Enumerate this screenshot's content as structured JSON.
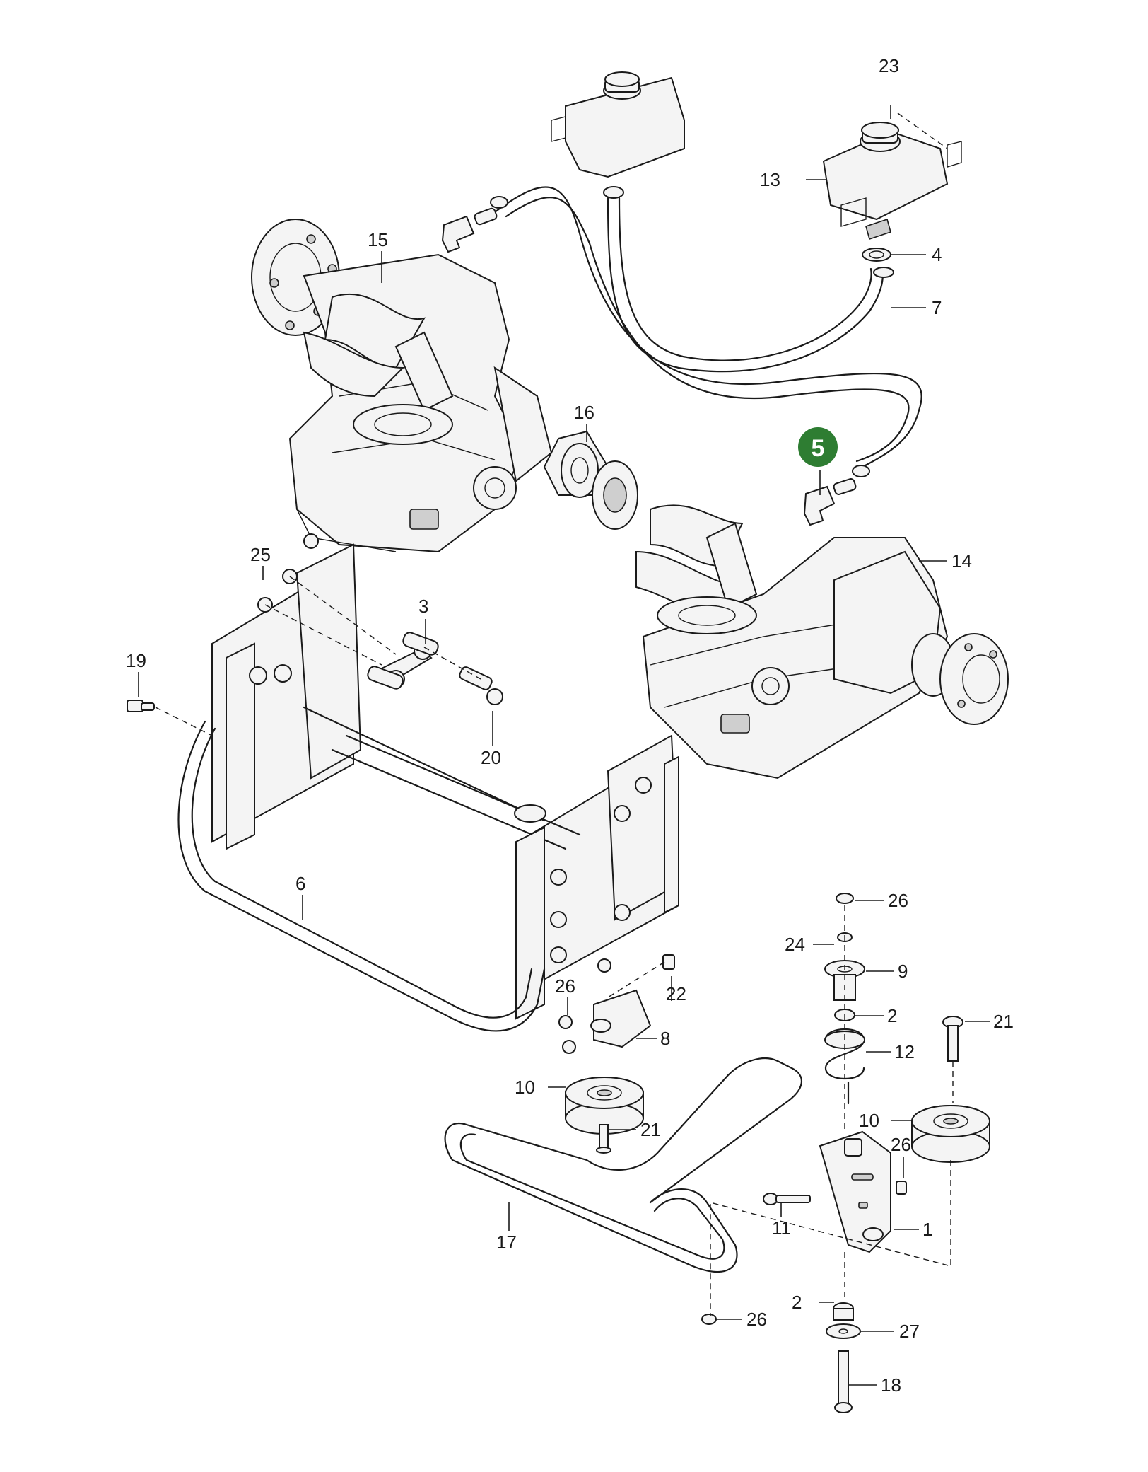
{
  "diagram": {
    "highlight_color": "#2e7d32",
    "line_color": "#1a1a1a",
    "highlighted_part": "5",
    "callouts": {
      "c1": "1",
      "c2a": "2",
      "c2b": "2",
      "c3": "3",
      "c4": "4",
      "c6": "6",
      "c7": "7",
      "c8": "8",
      "c9": "9",
      "c10a": "10",
      "c10b": "10",
      "c11": "11",
      "c12": "12",
      "c13": "13",
      "c14": "14",
      "c15": "15",
      "c16": "16",
      "c17": "17",
      "c18": "18",
      "c19": "19",
      "c20": "20",
      "c21a": "21",
      "c21b": "21",
      "c22": "22",
      "c23": "23",
      "c24": "24",
      "c25": "25",
      "c26a": "26",
      "c26b": "26",
      "c26c": "26",
      "c26d": "26",
      "c27": "27"
    }
  }
}
